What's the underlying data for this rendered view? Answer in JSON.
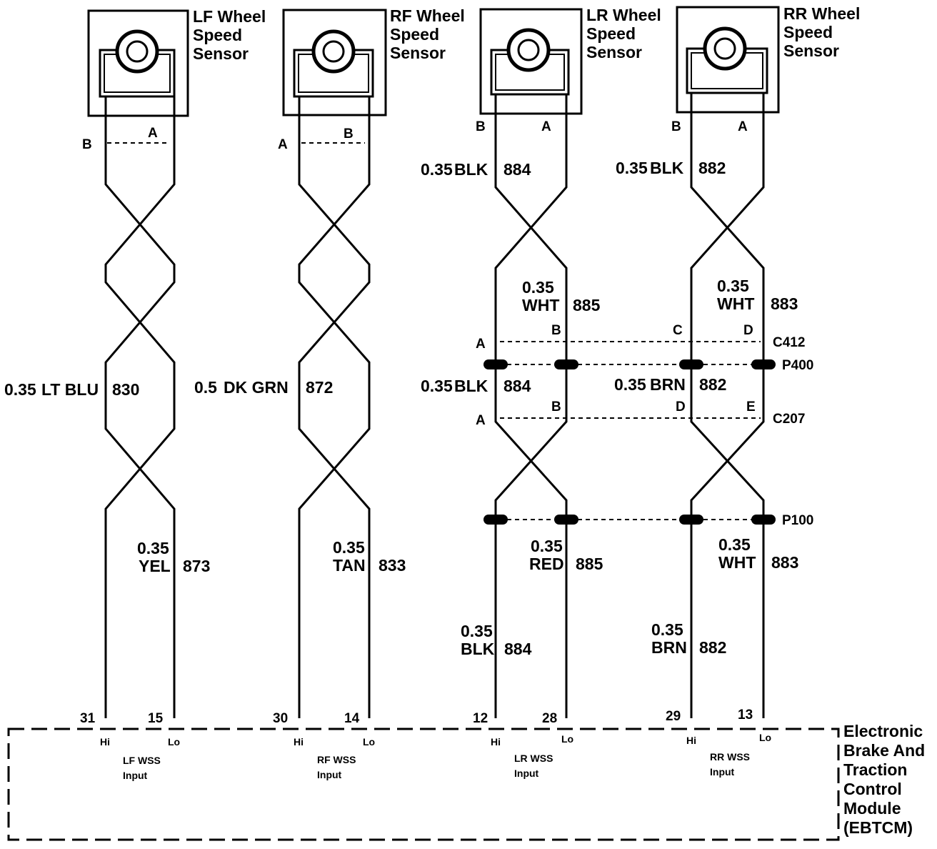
{
  "sensors": [
    {
      "title": [
        "LF Wheel",
        "Speed",
        "Sensor"
      ],
      "left_pin": "B",
      "right_pin": "A",
      "wires": [
        {
          "size": "0.35",
          "color": "LT BLU",
          "circuit": "830"
        },
        {
          "size": "0.35",
          "color": "YEL",
          "circuit": "873"
        }
      ],
      "module_pins": [
        "31",
        "15"
      ],
      "input_label": [
        "LF WSS",
        "Input"
      ]
    },
    {
      "title": [
        "RF Wheel",
        "Speed",
        "Sensor"
      ],
      "left_pin": "A",
      "right_pin": "B",
      "wires": [
        {
          "size": "0.5",
          "color": "DK GRN",
          "circuit": "872"
        },
        {
          "size": "0.35",
          "color": "TAN",
          "circuit": "833"
        }
      ],
      "module_pins": [
        "30",
        "14"
      ],
      "input_label": [
        "RF WSS",
        "Input"
      ]
    },
    {
      "title": [
        "LR Wheel",
        "Speed",
        "Sensor"
      ],
      "left_pin": "B",
      "right_pin": "A",
      "wires": [
        {
          "size": "0.35",
          "color": "BLK",
          "circuit": "884"
        },
        {
          "size": "0.35",
          "color": "WHT",
          "circuit": "885"
        },
        {
          "size": "0.35",
          "color": "BLK",
          "circuit": "884"
        },
        {
          "size": "0.35",
          "color": "RED",
          "circuit": "885"
        },
        {
          "size": "0.35",
          "color": "BLK",
          "circuit": "884"
        }
      ],
      "module_pins": [
        "12",
        "28"
      ],
      "input_label": [
        "LR WSS",
        "Input"
      ]
    },
    {
      "title": [
        "RR Wheel",
        "Speed",
        "Sensor"
      ],
      "left_pin": "B",
      "right_pin": "A",
      "wires": [
        {
          "size": "0.35",
          "color": "BLK",
          "circuit": "882"
        },
        {
          "size": "0.35",
          "color": "WHT",
          "circuit": "883"
        },
        {
          "size": "0.35",
          "color": "BRN",
          "circuit": "882"
        },
        {
          "size": "0.35",
          "color": "WHT",
          "circuit": "883"
        },
        {
          "size": "0.35",
          "color": "BRN",
          "circuit": "882"
        }
      ],
      "module_pins": [
        "29",
        "13"
      ],
      "input_label": [
        "RR WSS",
        "Input"
      ]
    }
  ],
  "connectors": {
    "c412": {
      "name": "C412",
      "pins": [
        "A",
        "B",
        "C",
        "D"
      ]
    },
    "p400": {
      "name": "P400"
    },
    "c207": {
      "name": "C207",
      "pins": [
        "A",
        "B",
        "D",
        "E"
      ]
    },
    "p100": {
      "name": "P100"
    }
  },
  "module_pin_labels": {
    "hi": "Hi",
    "lo": "Lo"
  },
  "module": {
    "name": [
      "Electronic",
      "Brake And",
      "Traction",
      "Control",
      "Module",
      "(EBTCM)"
    ]
  }
}
